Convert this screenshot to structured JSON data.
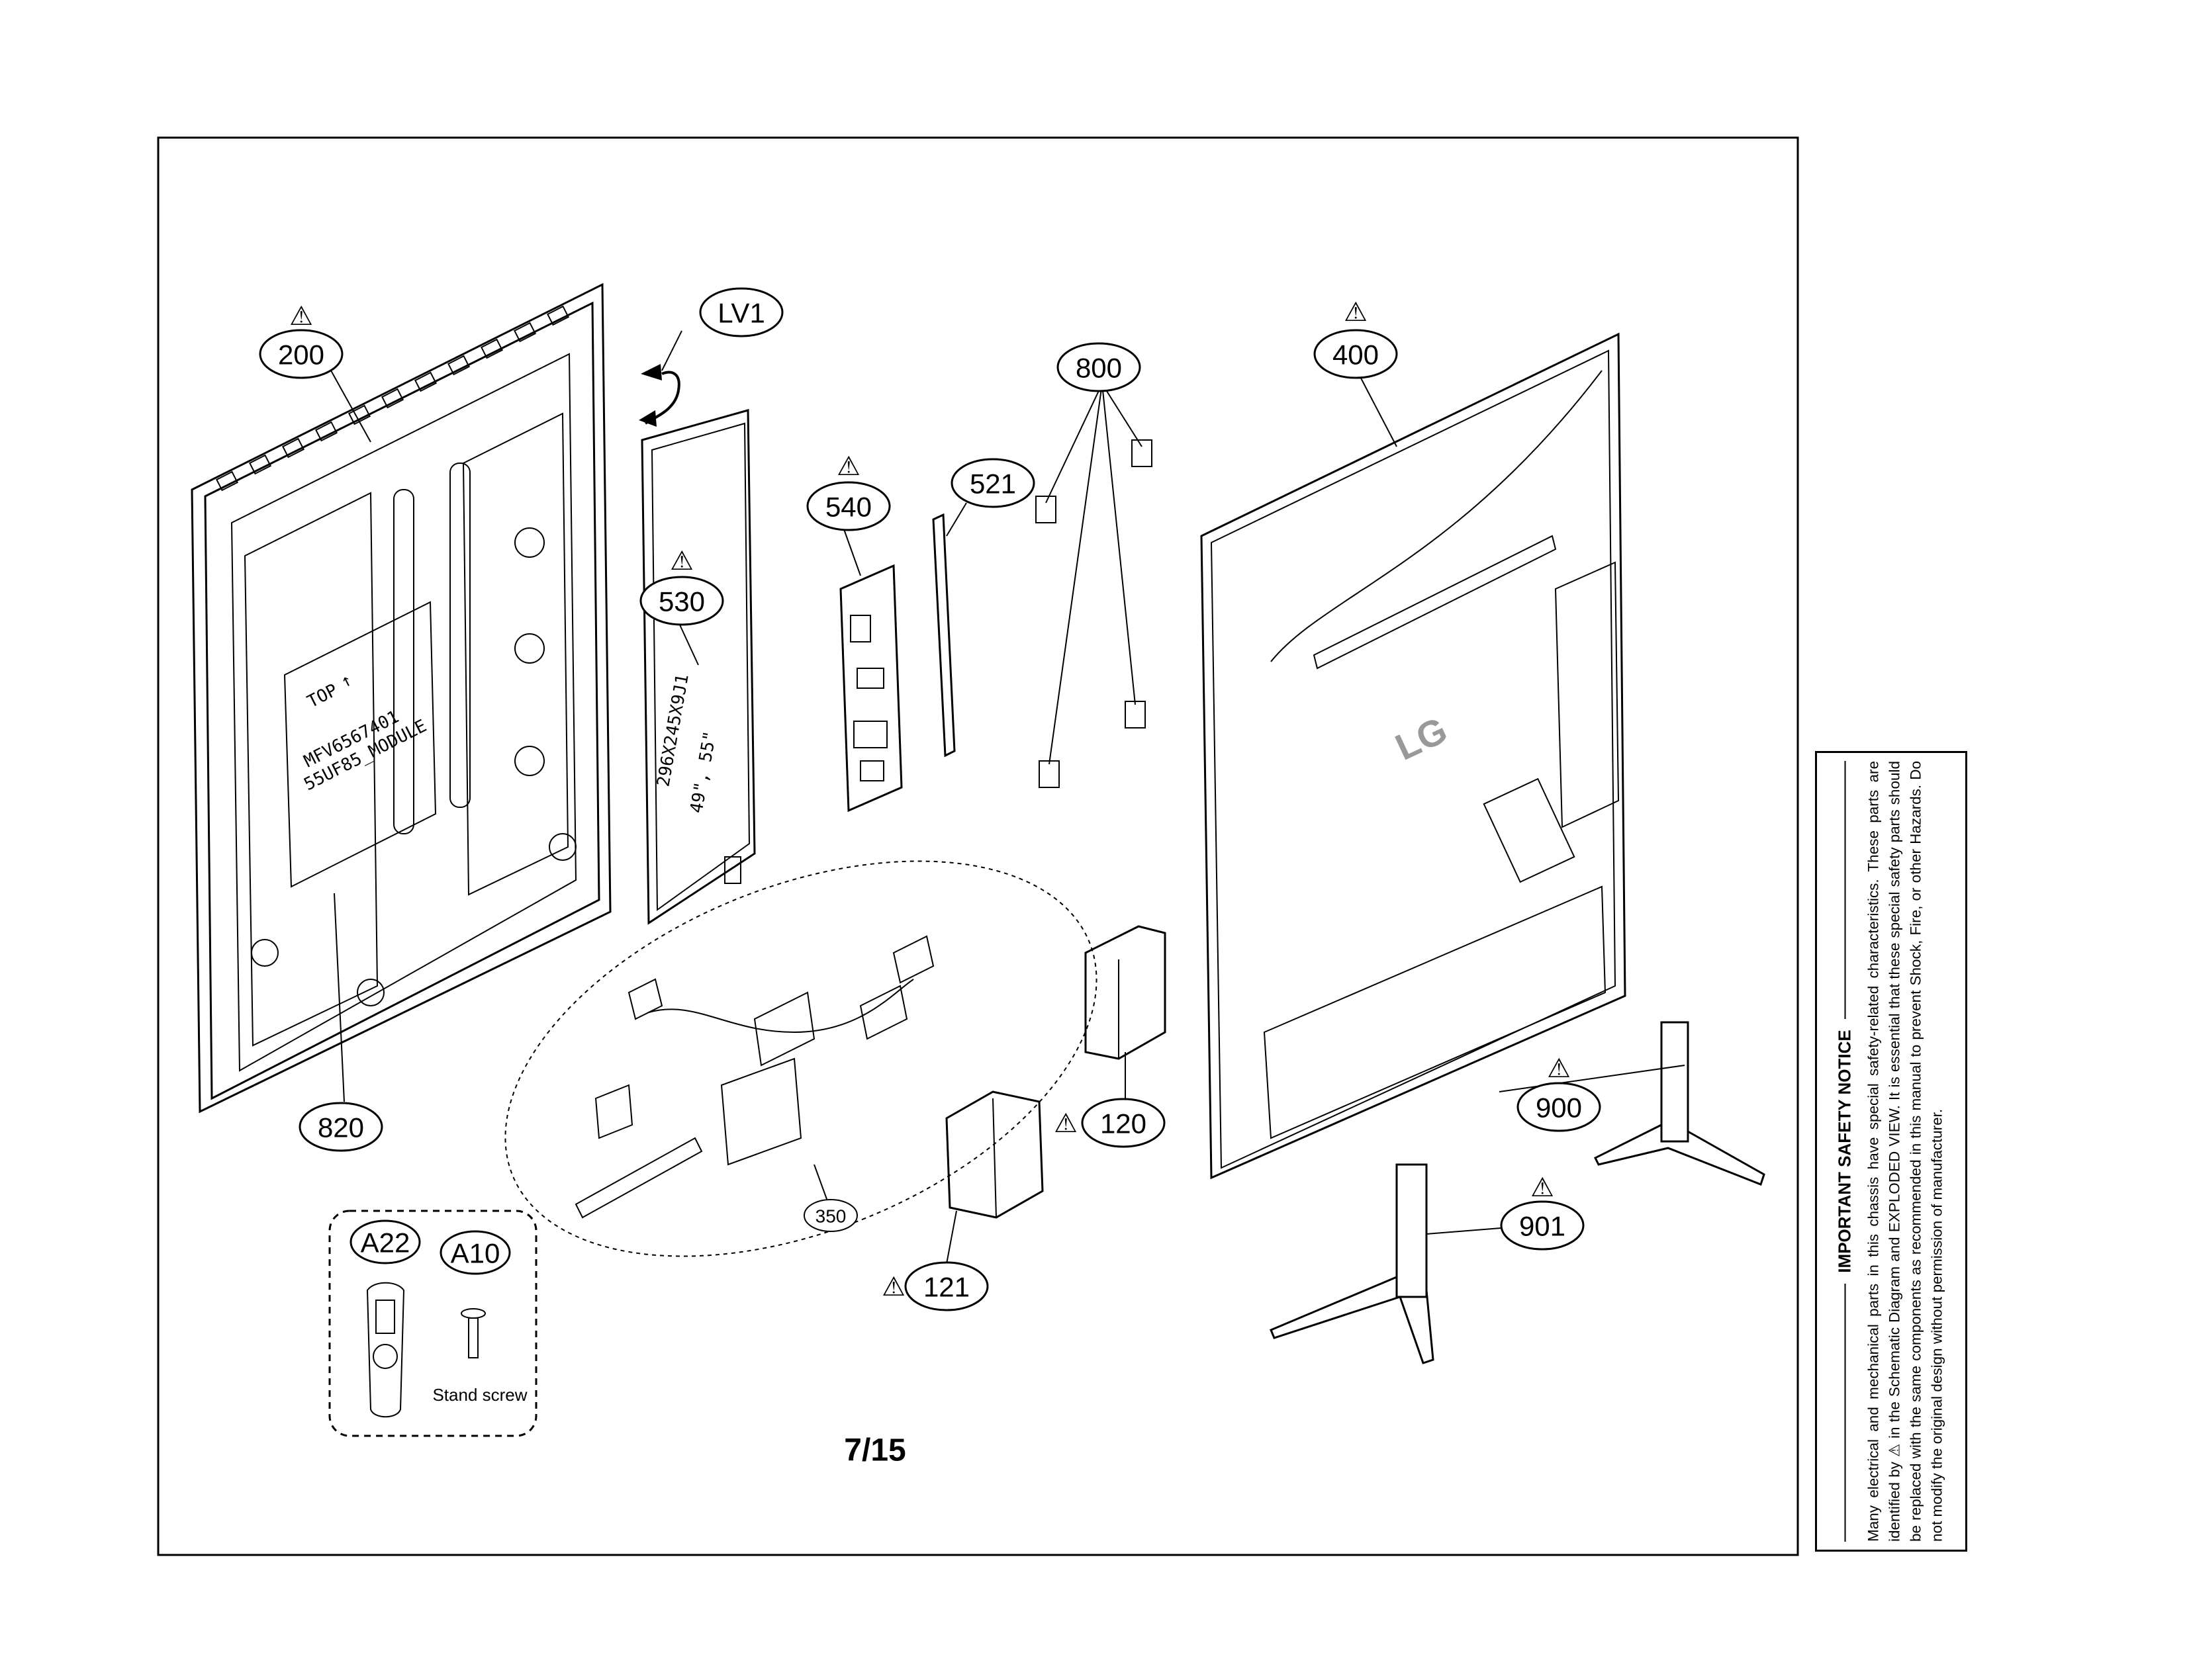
{
  "page_number": "7/15",
  "warning_symbol": "⚠",
  "parts": {
    "p200": "200",
    "plv1": "LV1",
    "p530": "530",
    "p540": "540",
    "p521": "521",
    "p800": "800",
    "p400": "400",
    "p820": "820",
    "p350": "350",
    "p120": "120",
    "p121": "121",
    "p900": "900",
    "p901": "901",
    "pa22": "A22",
    "pa10": "A10"
  },
  "accessory_label": "Stand screw",
  "panel_labels": {
    "top": "TOP",
    "model_line1": "MFV6567401",
    "model_line2": "55UF85_MODULE",
    "board_line1": "296X245X9J1",
    "board_line2": "49\", 55\""
  },
  "brand_logo": "LG",
  "safety_notice": {
    "title": "IMPORTANT SAFETY NOTICE",
    "body": "Many electrical and mechanical parts in this chassis have special safety-related characteristics. These parts are identified by ⚠ in the Schematic Diagram and EXPLODED VIEW. It is essential that these special safety parts should be replaced with the same components as recommended in this manual to prevent Shock, Fire, or other Hazards. Do not modify the original design without permission of manufacturer."
  },
  "colors": {
    "line": "#000000",
    "fill": "#ffffff",
    "logo": "#999999"
  },
  "icons": [
    "warning-triangle-icon",
    "remote-control-icon",
    "stand-screw-icon"
  ]
}
